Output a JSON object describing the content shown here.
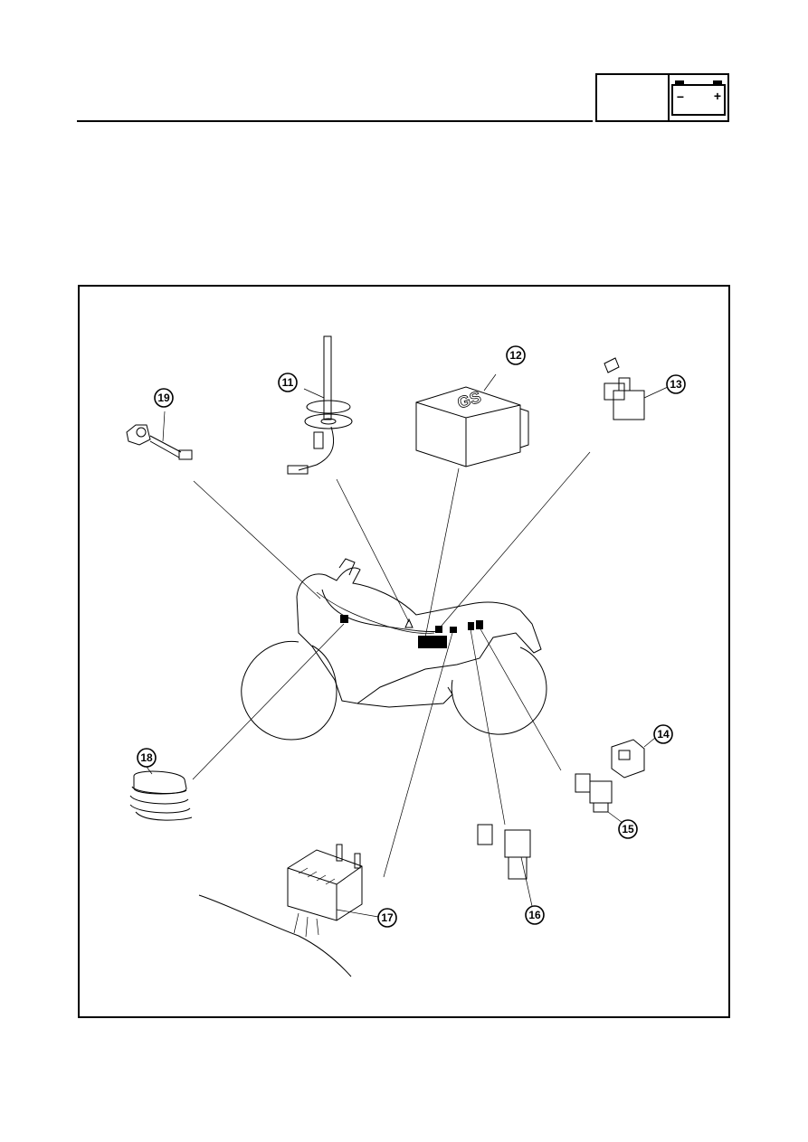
{
  "header": {
    "icon": "battery-icon",
    "battery_minus": "−",
    "battery_plus": "+"
  },
  "figure": {
    "callouts": [
      {
        "id": "c11",
        "label": "11",
        "part": "fuel-sender-icon"
      },
      {
        "id": "c12",
        "label": "12",
        "part": "ecu-box-icon"
      },
      {
        "id": "c13",
        "label": "13",
        "part": "starter-relay-icon"
      },
      {
        "id": "c14",
        "label": "14",
        "part": "relay-icon"
      },
      {
        "id": "c15",
        "label": "15",
        "part": "relay-icon"
      },
      {
        "id": "c16",
        "label": "16",
        "part": "relay-icon"
      },
      {
        "id": "c17",
        "label": "17",
        "part": "fuse-box-icon"
      },
      {
        "id": "c18",
        "label": "18",
        "part": "rectifier-regulator-icon"
      },
      {
        "id": "c19",
        "label": "19",
        "part": "sensor-connector-icon"
      }
    ]
  }
}
